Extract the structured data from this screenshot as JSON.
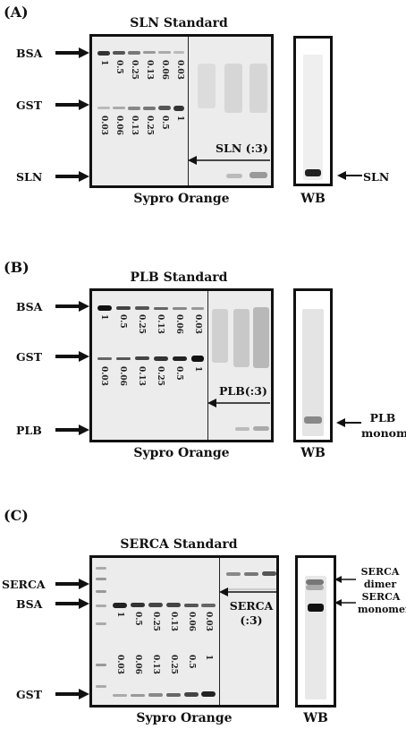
{
  "panels": [
    {
      "letter": "(A)",
      "title": "SLN Standard",
      "markers": [
        "BSA",
        "GST",
        "SLN"
      ],
      "bsa_numbers": [
        "1",
        "0.5",
        "0.25",
        "0.13",
        "0.06",
        "0.03"
      ],
      "gst_numbers": [
        "0.03",
        "0.06",
        "0.13",
        "0.25",
        "0.5",
        "1"
      ],
      "sample_label": "SLN (:3)",
      "stain_label": "Sypro Orange",
      "wb_label": "WB",
      "wb_band_labels": [
        "SLN"
      ]
    },
    {
      "letter": "(B)",
      "title": "PLB Standard",
      "markers": [
        "BSA",
        "GST",
        "PLB"
      ],
      "bsa_numbers": [
        "1",
        "0.5",
        "0.25",
        "0.13",
        "0.06",
        "0.03"
      ],
      "gst_numbers": [
        "0.03",
        "0.06",
        "0.13",
        "0.25",
        "0.5",
        "1"
      ],
      "sample_label": "PLB(:3)",
      "stain_label": "Sypro Orange",
      "wb_label": "WB",
      "wb_band_labels": [
        "PLB monomer"
      ]
    },
    {
      "letter": "(C)",
      "title": "SERCA Standard",
      "markers": [
        "SERCA",
        "BSA",
        "GST"
      ],
      "bsa_numbers": [
        "1",
        "0.5",
        "0.25",
        "0.13",
        "0.06",
        "0.03"
      ],
      "gst_numbers": [
        "0.03",
        "0.06",
        "0.13",
        "0.25",
        "0.5",
        "1"
      ],
      "sample_label": "SERCA (:3)",
      "stain_label": "Sypro Orange",
      "wb_label": "WB",
      "wb_band_labels": [
        "SERCA dimer",
        "SERCA monomer"
      ]
    }
  ]
}
